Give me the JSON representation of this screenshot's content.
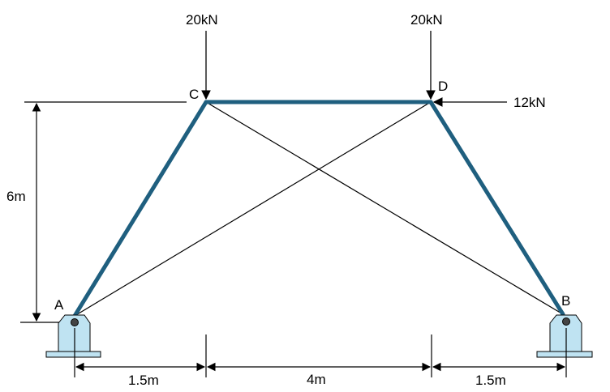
{
  "loads": {
    "c_vertical": "20kN",
    "d_vertical": "20kN",
    "d_horizontal": "12kN"
  },
  "nodes": {
    "a": "A",
    "b": "B",
    "c": "C",
    "d": "D"
  },
  "dimensions": {
    "height": "6m",
    "left_span": "1.5m",
    "middle_span": "4m",
    "right_span": "1.5m"
  },
  "colors": {
    "member": "#1f5f7f",
    "support_fill": "#bfe3f2",
    "line": "#000000"
  }
}
